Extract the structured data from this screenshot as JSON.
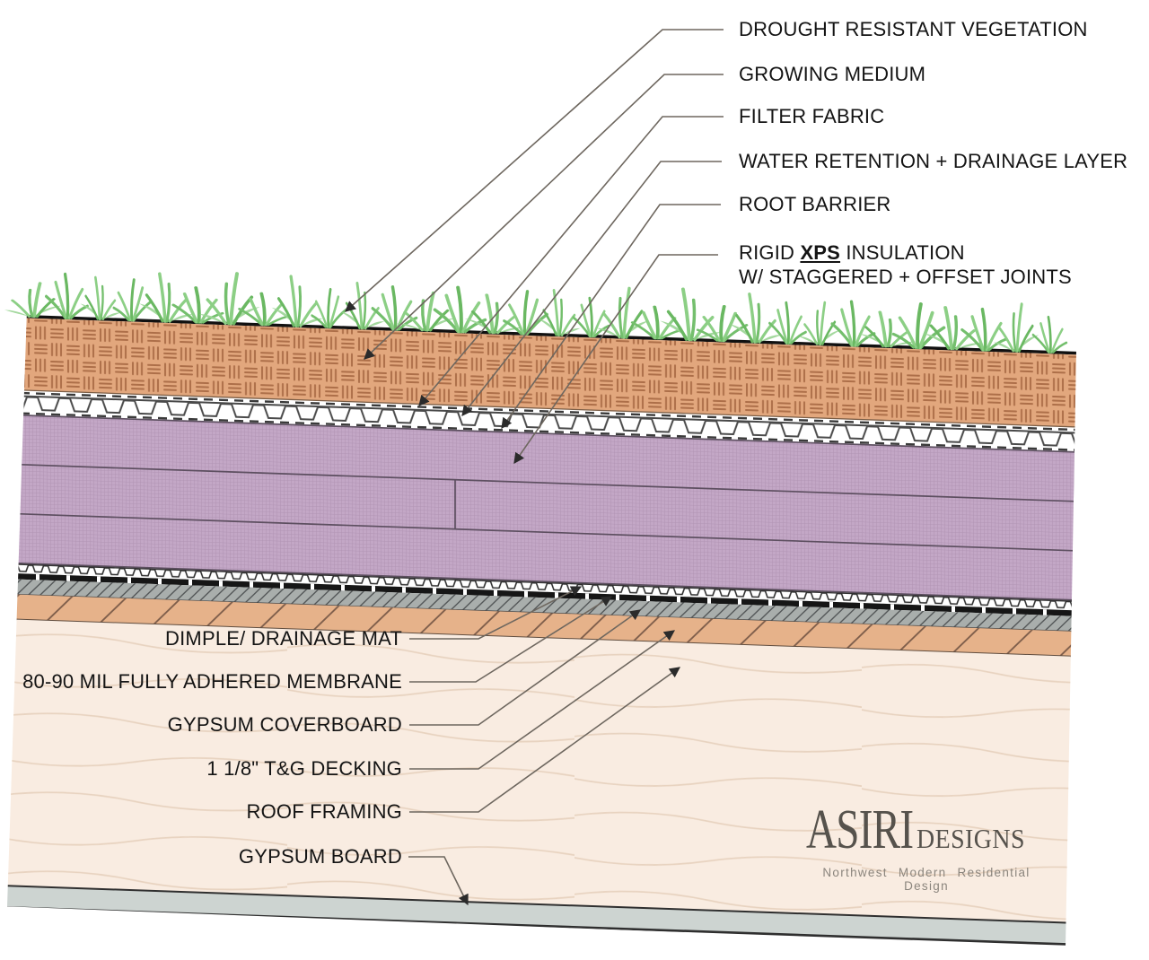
{
  "callouts_top": [
    {
      "label": "DROUGHT RESISTANT VEGETATION"
    },
    {
      "label": "GROWING MEDIUM"
    },
    {
      "label": "FILTER FABRIC"
    },
    {
      "label": "WATER RETENTION + DRAINAGE LAYER"
    },
    {
      "label": "ROOT BARRIER"
    },
    {
      "line1_prefix": "RIGID ",
      "line1_bold": "XPS",
      "line1_suffix": " INSULATION",
      "line2": "W/ STAGGERED + OFFSET JOINTS"
    }
  ],
  "callouts_bottom": [
    {
      "label": "DIMPLE/ DRAINAGE MAT"
    },
    {
      "label": "80-90 MIL FULLY ADHERED MEMBRANE"
    },
    {
      "label": "GYPSUM COVERBOARD"
    },
    {
      "label": "1 1/8\" T&G DECKING"
    },
    {
      "label": "ROOF FRAMING"
    },
    {
      "label": "GYPSUM BOARD"
    }
  ],
  "logo": {
    "name_primary": "ASIRI",
    "name_secondary": "DESIGNS",
    "tagline": "Northwest Modern Residential Design"
  },
  "colors": {
    "growing_medium": "#e2a77d",
    "soil_hatch": "#ad6f49",
    "drainage_white": "#ffffff",
    "cup_outline": "#4a4a4a",
    "xps": "#c3a7c6",
    "xps_grid": "#b194b4",
    "xps_edge": "#6f5f72",
    "membrane": "#161616",
    "coverboard": "#a9aeac",
    "coverboard_hatch": "#4f5254",
    "decking": "#e6b28a",
    "decking_hatch": "#7c5c49",
    "framing": "#f9ece1",
    "framing_grain": "#e8d3c0",
    "gypsum_board": "#cdd4d1",
    "vegetation_green_light": "#8ccf85",
    "vegetation_green_mid": "#74bf6d",
    "vegetation_green_dark": "#6ab862",
    "leader": "#6e675f",
    "text": "#141414",
    "logo_text": "#56524c",
    "logo_tagline": "#8b857d"
  }
}
